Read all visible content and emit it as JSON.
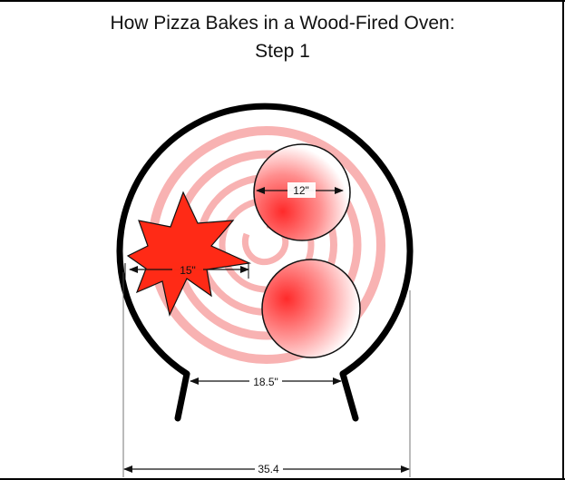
{
  "diagram": {
    "title_line1": "How Pizza Bakes in a Wood-Fired Oven:",
    "title_line2": "Step 1",
    "labels": {
      "pizza_top_diameter": "12\"",
      "fire_width": "15\"",
      "oven_opening": "18.5\"",
      "oven_outer_width": "35.4"
    },
    "colors": {
      "oven_wall": "#000000",
      "fire": "#ff2a16",
      "heat_spiral": "#f7a0a0",
      "pizza_red": "#ff2a2a"
    },
    "elements": {
      "fire": "fire-icon",
      "heat": "heat-spiral-icon",
      "pizza": "pizza-icon"
    }
  }
}
